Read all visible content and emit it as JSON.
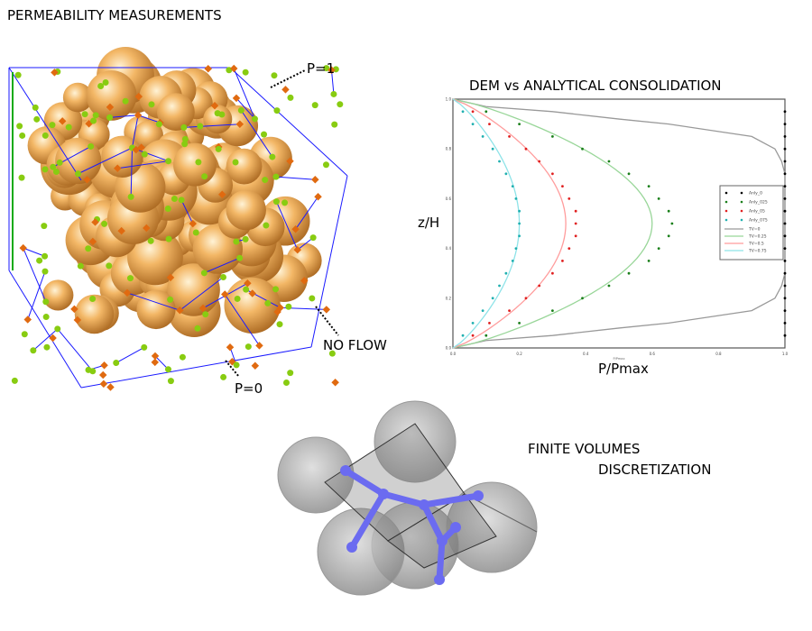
{
  "title": "PERMEABILITY MEASUREMENTS",
  "annotations": {
    "p1": "P=1",
    "p0": "P=0",
    "noflow": "NO FLOW"
  },
  "fv": {
    "line1": "FINITE VOLUMES",
    "line2": "DISCRETIZATION"
  },
  "chart_data": {
    "type": "line",
    "title": "DEM vs ANALYTICAL CONSOLIDATION",
    "xlabel": "P/Pmax",
    "xlabel_small": "P/Pmax",
    "ylabel": "z/H",
    "xlim": [
      0,
      1
    ],
    "ylim": [
      0,
      1
    ],
    "xticks": [
      "0.0",
      "0.2",
      "0.4",
      "0.6",
      "0.8",
      "1.0"
    ],
    "yticks": [
      "0.0",
      "0.2",
      "0.4",
      "0.6",
      "0.8",
      "1.0"
    ],
    "legend_position": "right",
    "z": [
      0.05,
      0.1,
      0.15,
      0.2,
      0.25,
      0.3,
      0.35,
      0.4,
      0.45,
      0.5,
      0.55,
      0.6,
      0.65,
      0.7,
      0.75,
      0.8,
      0.85,
      0.9,
      0.95
    ],
    "scatter_series": [
      {
        "name": "Anly_0",
        "color": "#000000",
        "x": [
          1,
          1,
          1,
          1,
          1,
          1,
          1,
          1,
          1,
          1,
          1,
          1,
          1,
          1,
          1,
          1,
          1,
          1,
          1
        ]
      },
      {
        "name": "Anly_025",
        "color": "#1a7f1a",
        "x": [
          0.1,
          0.2,
          0.3,
          0.39,
          0.47,
          0.53,
          0.59,
          0.62,
          0.65,
          0.66,
          0.65,
          0.62,
          0.59,
          0.53,
          0.47,
          0.39,
          0.3,
          0.2,
          0.1
        ]
      },
      {
        "name": "Anly_05",
        "color": "#e02020",
        "x": [
          0.06,
          0.11,
          0.17,
          0.22,
          0.26,
          0.3,
          0.33,
          0.35,
          0.37,
          0.37,
          0.37,
          0.35,
          0.33,
          0.3,
          0.26,
          0.22,
          0.17,
          0.11,
          0.06
        ]
      },
      {
        "name": "Anly_075",
        "color": "#20b0b0",
        "x": [
          0.03,
          0.06,
          0.09,
          0.12,
          0.14,
          0.16,
          0.18,
          0.19,
          0.2,
          0.2,
          0.2,
          0.19,
          0.18,
          0.16,
          0.14,
          0.12,
          0.09,
          0.06,
          0.03
        ]
      }
    ],
    "line_series": [
      {
        "name": "TV=0",
        "color": "#999999",
        "z": [
          0,
          0.03,
          0.05,
          0.08,
          0.1,
          0.15,
          0.2,
          0.25,
          0.3,
          0.5,
          0.7,
          0.75,
          0.8,
          0.85,
          0.9,
          0.92,
          0.95,
          0.97,
          1
        ],
        "x": [
          0,
          0.1,
          0.3,
          0.5,
          0.65,
          0.9,
          0.97,
          0.99,
          1,
          1,
          1,
          0.99,
          0.97,
          0.9,
          0.65,
          0.5,
          0.3,
          0.1,
          0
        ]
      },
      {
        "name": "TV=0.25",
        "color": "#99d699",
        "peak": 0.6
      },
      {
        "name": "TV=0.5",
        "color": "#ff9c9c",
        "peak": 0.34
      },
      {
        "name": "TV=0.75",
        "color": "#8de3e8",
        "peak": 0.2
      }
    ]
  }
}
